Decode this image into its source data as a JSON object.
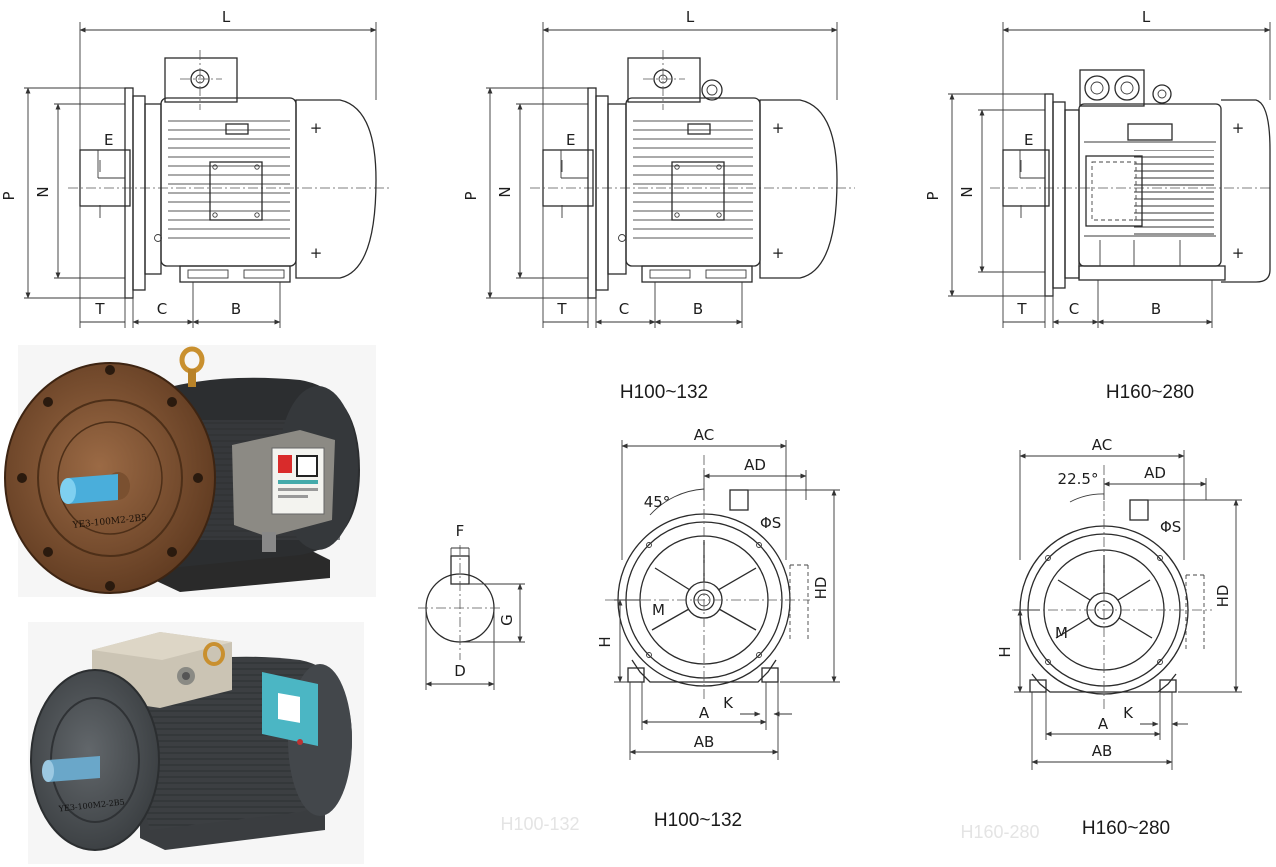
{
  "side_view_1": {
    "dims": {
      "L": "L",
      "P": "P",
      "N": "N",
      "E": "E",
      "T": "T",
      "C": "C",
      "B": "B"
    }
  },
  "side_view_2": {
    "caption": "H100~132",
    "dims": {
      "L": "L",
      "P": "P",
      "N": "N",
      "E": "E",
      "T": "T",
      "C": "C",
      "B": "B"
    }
  },
  "side_view_3": {
    "caption": "H160~280",
    "dims": {
      "L": "L",
      "P": "P",
      "N": "N",
      "E": "E",
      "T": "T",
      "C": "C",
      "B": "B"
    }
  },
  "shaft_section": {
    "dims": {
      "F": "F",
      "G": "G",
      "D": "D"
    }
  },
  "end_view_1": {
    "caption": "H100~132",
    "angle": "45°",
    "dims": {
      "AC": "AC",
      "AD": "AD",
      "S": "ΦS",
      "HD": "HD",
      "H": "H",
      "M": "M",
      "K": "K",
      "A": "A",
      "AB": "AB"
    }
  },
  "end_view_2": {
    "caption": "H160~280",
    "angle": "22.5°",
    "dims": {
      "AC": "AC",
      "AD": "AD",
      "S": "ΦS",
      "HD": "HD",
      "H": "H",
      "M": "M",
      "K": "K",
      "A": "A",
      "AB": "AB"
    }
  },
  "photo_1": {
    "nameplate": "YE3-100M2-2B5",
    "colors": {
      "flange": "#7a4a2a",
      "body": "#2d2d2d",
      "shaft": "#5ab7e0"
    }
  },
  "photo_2": {
    "nameplate": "YE3-100M2-2B5",
    "colors": {
      "body": "#4a4e52",
      "terminal_box": "#c8c2b4",
      "shaft": "#6aa7c9",
      "label": "#4bb6c4"
    }
  },
  "ghost_text": {
    "left": "H100-132",
    "right": "H160-280"
  }
}
